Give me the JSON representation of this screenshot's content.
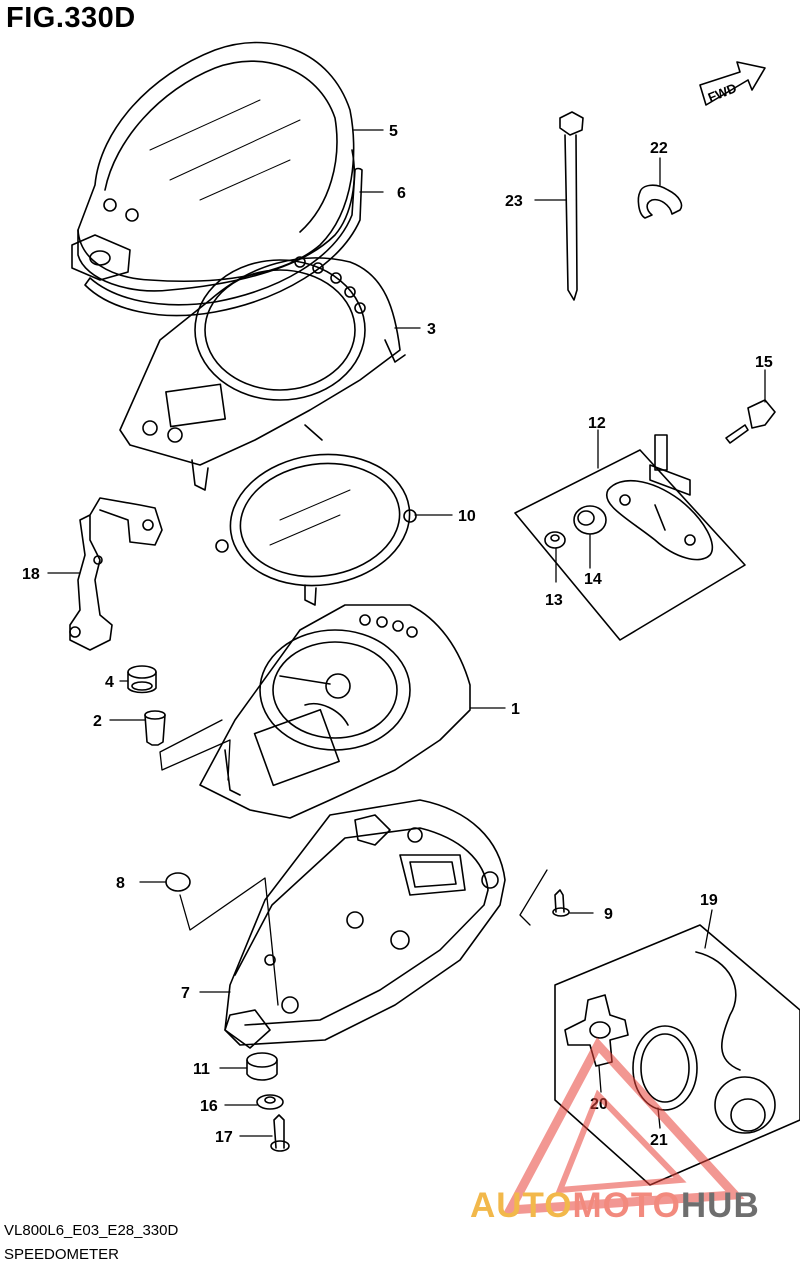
{
  "figure": {
    "title": "FIG.330D",
    "code": "VL800L6_E03_E28_330D",
    "caption": "SPEEDOMETER",
    "fwd_label": "FWD"
  },
  "callouts": {
    "c1": "1",
    "c2": "2",
    "c3": "3",
    "c4": "4",
    "c5": "5",
    "c6": "6",
    "c7": "7",
    "c8": "8",
    "c9": "9",
    "c10": "10",
    "c11": "11",
    "c12": "12",
    "c13": "13",
    "c14": "14",
    "c15": "15",
    "c16": "16",
    "c17": "17",
    "c18": "18",
    "c19": "19",
    "c20": "20",
    "c21": "21",
    "c22": "22",
    "c23": "23"
  },
  "watermark": {
    "part1": "AUTO",
    "part2": "MOTO",
    "part3": "HUB"
  },
  "colors": {
    "line": "#000000",
    "watermark_red": "#e8433a",
    "watermark_orange": "#f2b84b",
    "watermark_gray": "#6e6e6e"
  }
}
